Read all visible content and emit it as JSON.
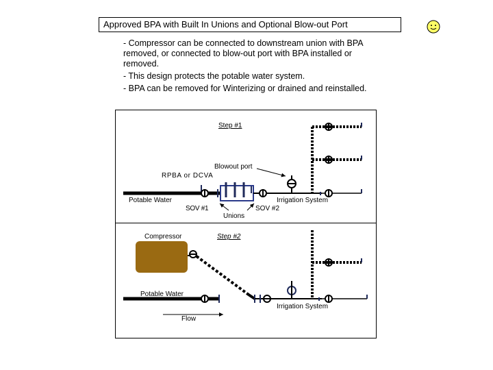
{
  "title": "Approved BPA with Built In Unions and Optional Blow-out Port",
  "bullets": [
    "- Compressor can be connected to downstream union with BPA removed, or connected to blow-out port with BPA installed or removed.",
    "- This design protects the potable water system.",
    "- BPA can be removed for Winterizing or drained and reinstalled."
  ],
  "diagram": {
    "step1": {
      "step_label": "Step #1",
      "blowout_port": "Blowout port",
      "rpba_label": "RPBA or DCVA",
      "potable_water": "Potable Water",
      "irrigation_system": "Irrigation System",
      "sov1": "SOV #1",
      "sov2": "SOV #2",
      "unions": "Unions"
    },
    "step2": {
      "step_label": "Step #2",
      "compressor": "Compressor",
      "potable_water": "Potable Water",
      "irrigation_system": "Irrigation System",
      "flow": "Flow"
    }
  },
  "colors": {
    "pipe": "#000000",
    "valve_accent": "#1f2a5a",
    "compressor": "#9a6a12",
    "smiley": "#ffff66"
  },
  "icons": [
    "smiley-icon",
    "valve-icon",
    "compressor-tank-icon",
    "arrow-icon"
  ]
}
